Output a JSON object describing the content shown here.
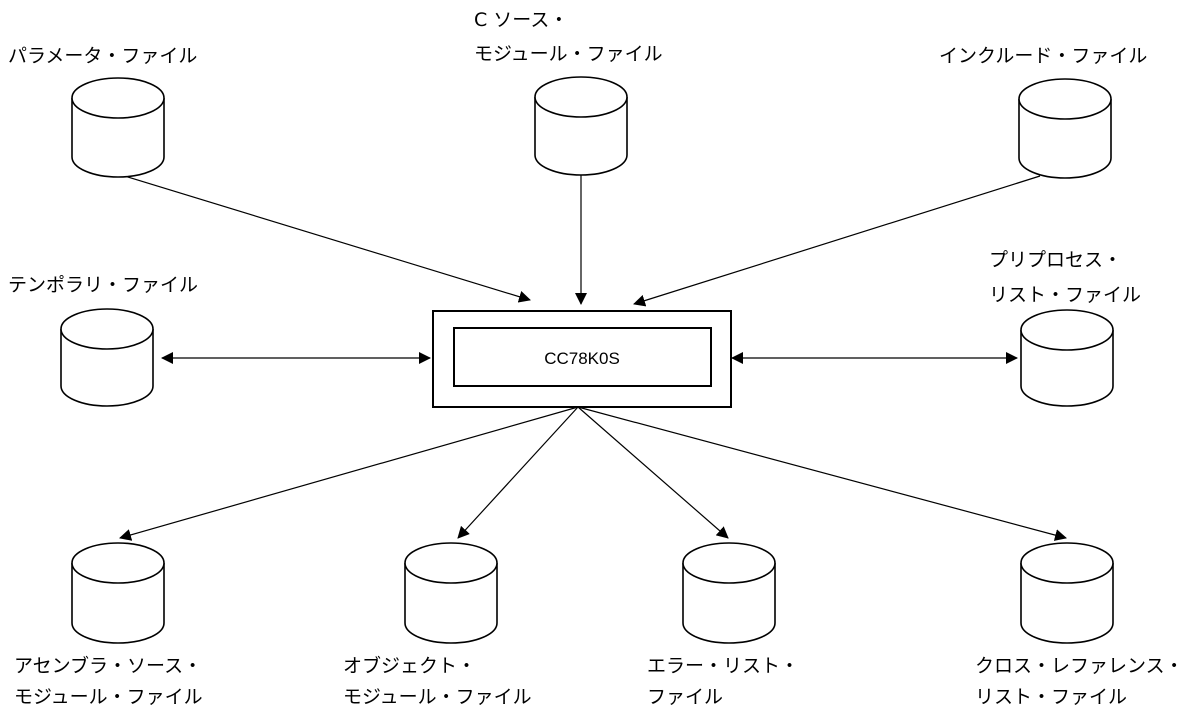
{
  "center": {
    "label": "CC78K0S"
  },
  "files": {
    "param": {
      "line1": "パラメータ・ファイル",
      "line2": ""
    },
    "csource": {
      "line1": "C ソース・",
      "line2": "モジュール・ファイル"
    },
    "include": {
      "line1": "インクルード・ファイル",
      "line2": ""
    },
    "temp": {
      "line1": "テンポラリ・ファイル",
      "line2": ""
    },
    "preproc": {
      "line1": "プリプロセス・",
      "line2": "リスト・ファイル"
    },
    "asm": {
      "line1": "アセンブラ・ソース・",
      "line2": "モジュール・ファイル"
    },
    "object": {
      "line1": "オブジェクト・",
      "line2": "モジュール・ファイル"
    },
    "error": {
      "line1": "エラー・リスト・",
      "line2": "ファイル"
    },
    "xref": {
      "line1": "クロス・レファレンス・",
      "line2": "リスト・ファイル"
    }
  }
}
